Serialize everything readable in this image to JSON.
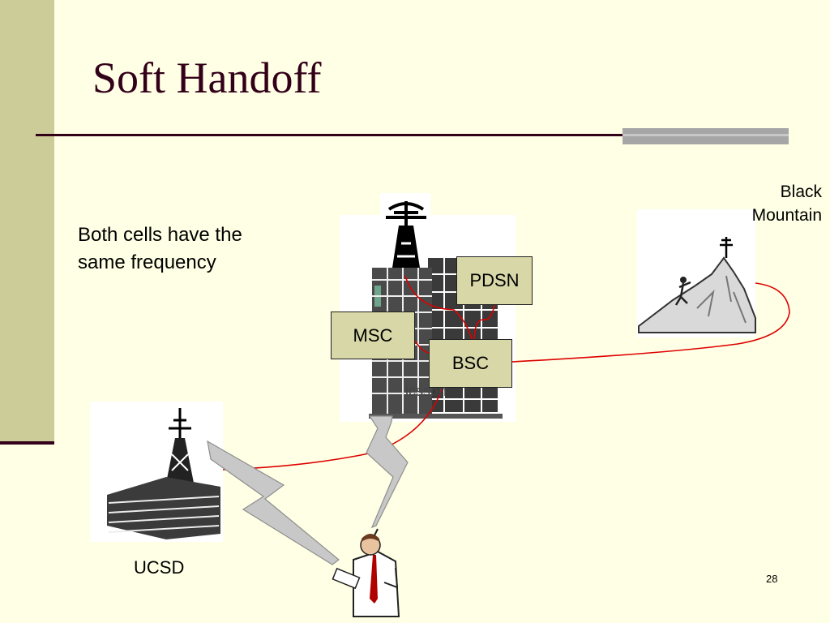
{
  "slide": {
    "title": "Soft Handoff",
    "body_text": "Both cells have the same frequency",
    "slide_number": "28"
  },
  "nodes": {
    "pdsn": "PDSN",
    "msc": "MSC",
    "bsc": "BSC"
  },
  "labels": {
    "ucsd": "UCSD",
    "black_mountain_line1": "Black",
    "black_mountain_line2": "Mountain",
    "building_sign": "icsson"
  },
  "colors": {
    "background": "#FFFFE5",
    "left_band": "#CCCC99",
    "title_text": "#33001A",
    "node_fill": "#D7D7A8",
    "link_red": "#DD0000",
    "radio_bolt": "#C8C8C8"
  },
  "icons": {
    "ucsd_site": "cell-tower-building",
    "switching_center": "office-tower-antenna",
    "black_mountain_site": "mountain-antenna",
    "mobile_user": "man-on-phone"
  }
}
